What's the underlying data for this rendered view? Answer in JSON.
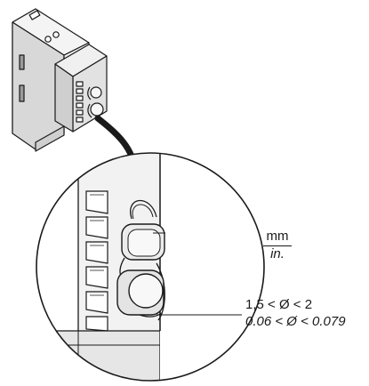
{
  "labels": {
    "unit_top": "mm",
    "unit_bottom": "in.",
    "diameter_mm": "1,5 < Ø < 2",
    "diameter_in": "0.06 < Ø < 0.079"
  },
  "colors": {
    "line": "#1a1a1a",
    "body_light": "#f2f2f2",
    "body_mid": "#dcdcdc",
    "body_dark": "#bcbcbc"
  }
}
